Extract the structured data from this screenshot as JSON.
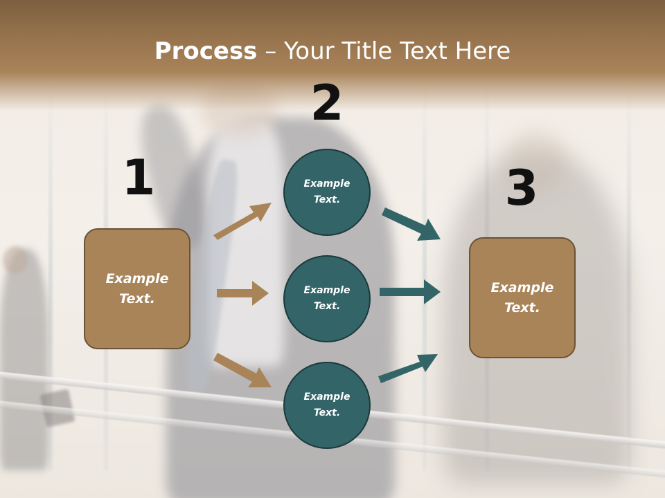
{
  "slide": {
    "title_bold": "Process",
    "title_rest": " – Your Title Text Here"
  },
  "steps": [
    "1",
    "2",
    "3"
  ],
  "boxes": {
    "left": "Example Text.",
    "right": "Example Text."
  },
  "circles": [
    "Example Text.",
    "Example Text.",
    "Example Text."
  ],
  "colors": {
    "header": "#a9835a",
    "box_fill": "#a98459",
    "box_border": "#6b5236",
    "circle_fill": "#336467",
    "circle_border": "#1c3a3c",
    "arrow_brown": "#a98459",
    "arrow_teal": "#336467"
  }
}
